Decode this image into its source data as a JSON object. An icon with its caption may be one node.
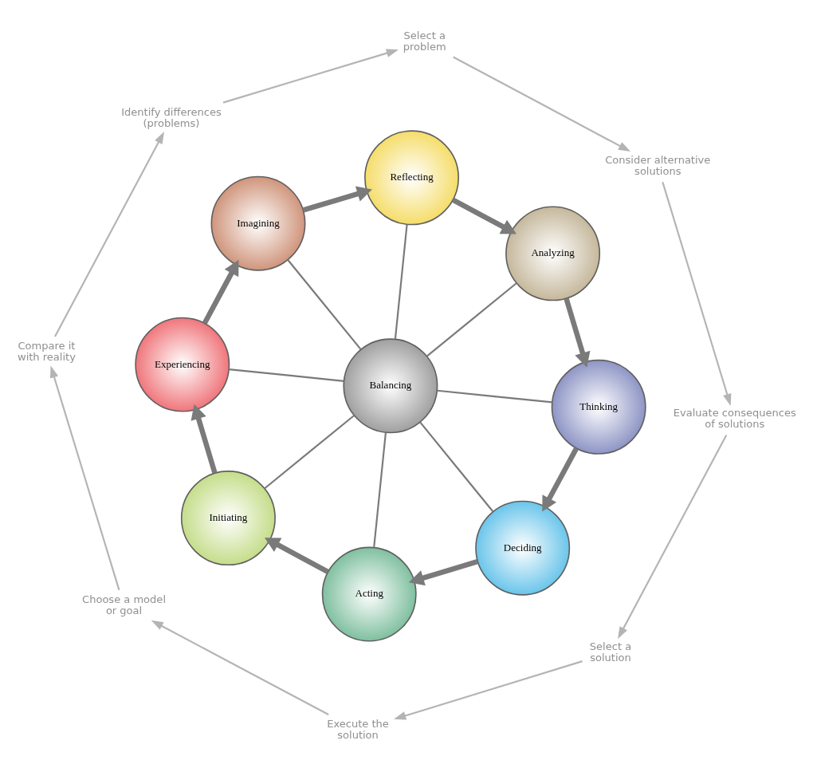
{
  "diagram": {
    "nodes": [
      {
        "text": [
          "Compare it with reality"
        ]
      },
      {
        "text": [
          "Experiencing"
        ]
      },
      {
        "text": [
          "Choose a model or goal"
        ]
      },
      {
        "text": [
          "Identify differences (problems)"
        ]
      },
      {
        "text": [
          "Initiating"
        ]
      },
      {
        "text": [
          "Imagining"
        ]
      },
      {
        "text": [
          "Acting"
        ]
      },
      {
        "text": [
          "Balancing"
        ]
      },
      {
        "text": [
          "Reflecting"
        ]
      },
      {
        "text": [
          "Execute the solution"
        ]
      },
      {
        "text": [
          "Select a problem"
        ]
      },
      {
        "text": [
          "Deciding"
        ]
      },
      {
        "text": [
          "Analyzing"
        ]
      },
      {
        "text": [
          "Thinking"
        ]
      },
      {
        "text": [
          "Consider alternative solutions"
        ]
      },
      {
        "text": [
          "Select a solution"
        ]
      },
      {
        "text": [
          "Evaluate consequences of solutions"
        ]
      }
    ],
    "edges": [
      {
        "from": 1,
        "to": 5,
        "arrow": "to",
        "style": "thick"
      },
      {
        "from": 5,
        "to": 8,
        "arrow": "to",
        "style": "thick"
      },
      {
        "from": 8,
        "to": 12,
        "arrow": "to",
        "style": "thick"
      },
      {
        "from": 12,
        "to": 13,
        "arrow": "to",
        "style": "thick"
      },
      {
        "from": 13,
        "to": 11,
        "arrow": "to",
        "style": "thick"
      },
      {
        "from": 11,
        "to": 6,
        "arrow": "to",
        "style": "thick"
      },
      {
        "from": 6,
        "to": 4,
        "arrow": "to",
        "style": "thick"
      },
      {
        "from": 4,
        "to": 1,
        "arrow": "to",
        "style": "thick"
      },
      {
        "from": 7,
        "to": 1,
        "arrow": "none"
      },
      {
        "from": 7,
        "to": 5,
        "arrow": "none"
      },
      {
        "from": 7,
        "to": 8,
        "arrow": "none"
      },
      {
        "from": 7,
        "to": 12,
        "arrow": "none"
      },
      {
        "from": 7,
        "to": 13,
        "arrow": "none"
      },
      {
        "from": 7,
        "to": 11,
        "arrow": "none"
      },
      {
        "from": 7,
        "to": 6,
        "arrow": "none"
      },
      {
        "from": 7,
        "to": 4,
        "arrow": "none"
      },
      {
        "from": 0,
        "to": 3,
        "arrow": "to",
        "color": "#b4b4b4"
      },
      {
        "from": 3,
        "to": 10,
        "arrow": "to",
        "color": "#b4b4b4"
      },
      {
        "from": 10,
        "to": 14,
        "arrow": "to",
        "color": "#b4b4b4"
      },
      {
        "from": 14,
        "to": 16,
        "arrow": "to",
        "color": "#b4b4b4"
      },
      {
        "from": 16,
        "to": 15,
        "arrow": "to",
        "color": "#b4b4b4"
      },
      {
        "from": 15,
        "to": 9,
        "arrow": "to",
        "color": "#b4b4b4"
      },
      {
        "from": 9,
        "to": 2,
        "arrow": "to",
        "color": "#b4b4b4"
      },
      {
        "from": 2,
        "to": 0,
        "arrow": "to",
        "color": "#b4b4b4"
      }
    ]
  }
}
